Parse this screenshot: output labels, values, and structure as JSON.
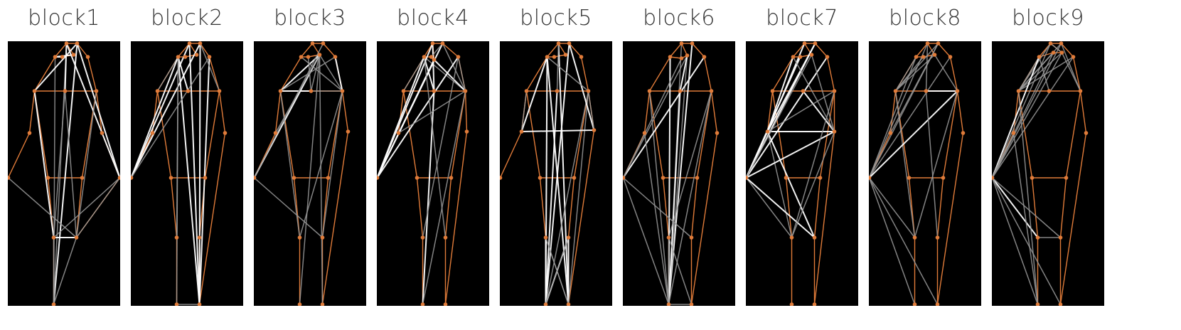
{
  "colors": {
    "background": "#000000",
    "skeleton": "#e07b39",
    "attention_strong": "#ffffff",
    "attention_weak": "#9a9a9a"
  },
  "blocks": [
    {
      "title": "block1",
      "edges": [
        [
          2,
          16,
          1
        ],
        [
          2,
          17,
          1
        ],
        [
          1,
          16,
          0
        ],
        [
          1,
          17,
          1
        ],
        [
          0,
          16,
          0
        ],
        [
          14,
          16,
          0
        ],
        [
          14,
          17,
          0
        ],
        [
          14,
          6,
          1
        ],
        [
          14,
          7,
          0
        ],
        [
          15,
          16,
          0
        ],
        [
          15,
          17,
          0
        ],
        [
          15,
          7,
          0
        ],
        [
          15,
          8,
          0
        ],
        [
          2,
          6,
          1
        ],
        [
          0,
          5,
          1
        ],
        [
          1,
          7,
          1
        ],
        [
          0,
          4,
          1
        ],
        [
          14,
          15,
          1
        ],
        [
          15,
          9,
          0
        ]
      ]
    },
    {
      "title": "block2",
      "edges": [
        [
          0,
          6,
          0
        ],
        [
          0,
          9,
          1
        ],
        [
          1,
          9,
          1
        ],
        [
          2,
          9,
          1
        ],
        [
          1,
          17,
          1
        ],
        [
          2,
          17,
          1
        ],
        [
          0,
          17,
          1
        ],
        [
          3,
          17,
          1
        ],
        [
          0,
          16,
          0
        ],
        [
          16,
          17,
          0
        ],
        [
          2,
          8,
          0
        ],
        [
          0,
          7,
          1
        ],
        [
          3,
          9,
          0
        ],
        [
          0,
          14,
          0
        ]
      ]
    },
    {
      "title": "block3",
      "edges": [
        [
          5,
          6,
          1
        ],
        [
          5,
          7,
          0
        ],
        [
          5,
          8,
          0
        ],
        [
          5,
          9,
          1
        ],
        [
          5,
          17,
          0
        ],
        [
          5,
          16,
          0
        ],
        [
          6,
          3,
          0
        ],
        [
          6,
          7,
          1
        ],
        [
          7,
          8,
          0
        ],
        [
          0,
          8,
          0
        ],
        [
          3,
          8,
          1
        ],
        [
          4,
          7,
          0
        ],
        [
          2,
          9,
          0
        ],
        [
          8,
          14,
          0
        ],
        [
          15,
          8,
          0
        ],
        [
          6,
          14,
          0
        ],
        [
          9,
          15,
          0
        ],
        [
          5,
          12,
          0
        ]
      ]
    },
    {
      "title": "block4",
      "edges": [
        [
          0,
          6,
          0
        ],
        [
          0,
          9,
          1
        ],
        [
          0,
          7,
          1
        ],
        [
          0,
          8,
          0
        ],
        [
          1,
          9,
          1
        ],
        [
          2,
          9,
          1
        ],
        [
          4,
          8,
          1
        ],
        [
          2,
          8,
          0
        ],
        [
          3,
          9,
          1
        ],
        [
          3,
          8,
          0
        ],
        [
          16,
          7,
          1
        ],
        [
          16,
          8,
          0
        ],
        [
          8,
          12,
          0
        ],
        [
          1,
          7,
          1
        ],
        [
          2,
          4,
          0
        ],
        [
          3,
          14,
          0
        ],
        [
          5,
          9,
          1
        ],
        [
          0,
          15,
          0
        ]
      ]
    },
    {
      "title": "block5",
      "edges": [
        [
          0,
          16,
          1
        ],
        [
          2,
          16,
          1
        ],
        [
          0,
          17,
          1
        ],
        [
          1,
          17,
          1
        ],
        [
          16,
          14,
          1
        ],
        [
          16,
          15,
          1
        ],
        [
          17,
          15,
          1
        ],
        [
          17,
          14,
          0
        ],
        [
          16,
          7,
          1
        ],
        [
          16,
          8,
          0
        ],
        [
          17,
          8,
          0
        ],
        [
          12,
          13,
          1
        ],
        [
          0,
          12,
          1
        ],
        [
          2,
          13,
          1
        ],
        [
          0,
          8,
          0
        ],
        [
          1,
          7,
          0
        ],
        [
          13,
          8,
          0
        ],
        [
          14,
          17,
          0
        ],
        [
          15,
          16,
          0
        ],
        [
          12,
          6,
          0
        ]
      ]
    },
    {
      "title": "block6",
      "edges": [
        [
          0,
          16,
          1
        ],
        [
          1,
          16,
          0
        ],
        [
          2,
          16,
          1
        ],
        [
          5,
          16,
          0
        ],
        [
          16,
          6,
          0
        ],
        [
          16,
          7,
          1
        ],
        [
          16,
          8,
          0
        ],
        [
          16,
          9,
          0
        ],
        [
          3,
          9,
          1
        ],
        [
          4,
          9,
          0
        ],
        [
          5,
          9,
          0
        ],
        [
          5,
          7,
          1
        ],
        [
          16,
          12,
          0
        ],
        [
          16,
          14,
          0
        ],
        [
          17,
          14,
          0
        ],
        [
          16,
          17,
          0
        ],
        [
          15,
          9,
          0
        ],
        [
          14,
          8,
          0
        ]
      ]
    },
    {
      "title": "block7",
      "edges": [
        [
          0,
          12,
          1
        ],
        [
          1,
          12,
          1
        ],
        [
          2,
          12,
          1
        ],
        [
          14,
          12,
          0
        ],
        [
          15,
          12,
          1
        ],
        [
          12,
          9,
          1
        ],
        [
          12,
          13,
          1
        ],
        [
          13,
          9,
          1
        ],
        [
          2,
          9,
          1
        ],
        [
          3,
          9,
          1
        ],
        [
          4,
          9,
          1
        ],
        [
          5,
          9,
          0
        ],
        [
          14,
          9,
          0
        ],
        [
          15,
          9,
          1
        ],
        [
          13,
          7,
          1
        ],
        [
          14,
          8,
          0
        ],
        [
          13,
          14,
          0
        ],
        [
          12,
          8,
          0
        ],
        [
          5,
          13,
          0
        ],
        [
          0,
          13,
          0
        ]
      ]
    },
    {
      "title": "block8",
      "edges": [
        [
          0,
          6,
          0
        ],
        [
          2,
          6,
          0
        ],
        [
          5,
          6,
          0
        ],
        [
          4,
          6,
          0
        ],
        [
          14,
          6,
          0
        ],
        [
          0,
          9,
          0
        ],
        [
          1,
          9,
          0
        ],
        [
          2,
          9,
          0
        ],
        [
          3,
          9,
          0
        ],
        [
          14,
          9,
          0
        ],
        [
          14,
          8,
          0
        ],
        [
          7,
          8,
          1
        ],
        [
          8,
          9,
          1
        ],
        [
          5,
          8,
          0
        ],
        [
          1,
          7,
          0
        ],
        [
          16,
          9,
          0
        ],
        [
          17,
          9,
          0
        ],
        [
          15,
          7,
          0
        ],
        [
          2,
          12,
          0
        ]
      ]
    },
    {
      "title": "block9",
      "edges": [
        [
          0,
          6,
          0
        ],
        [
          1,
          6,
          0
        ],
        [
          2,
          6,
          0
        ],
        [
          3,
          6,
          0
        ],
        [
          4,
          6,
          0
        ],
        [
          5,
          6,
          0
        ],
        [
          0,
          9,
          1
        ],
        [
          1,
          9,
          0
        ],
        [
          2,
          9,
          0
        ],
        [
          3,
          9,
          0
        ],
        [
          4,
          9,
          0
        ],
        [
          5,
          9,
          0
        ],
        [
          14,
          9,
          1
        ],
        [
          15,
          9,
          0
        ],
        [
          16,
          9,
          0
        ],
        [
          17,
          9,
          0
        ],
        [
          16,
          6,
          0
        ],
        [
          14,
          15,
          0
        ],
        [
          1,
          5,
          0
        ],
        [
          16,
          12,
          0
        ],
        [
          5,
          8,
          0
        ],
        [
          0,
          7,
          0
        ],
        [
          2,
          8,
          0
        ]
      ]
    }
  ]
}
